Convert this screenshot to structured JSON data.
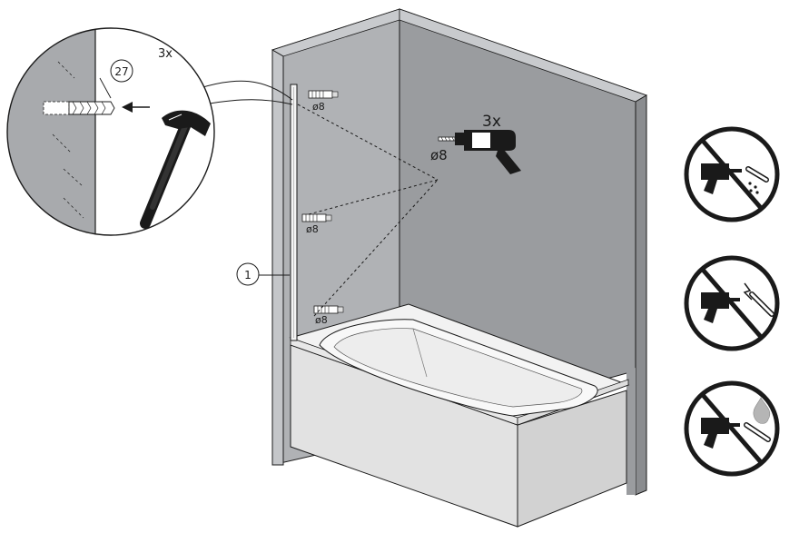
{
  "detail": {
    "count_label": "3x",
    "part_number": "27"
  },
  "drill": {
    "count_label": "3x",
    "diameter_label": "ø8"
  },
  "holes": [
    {
      "diameter_label": "ø8"
    },
    {
      "diameter_label": "ø8"
    },
    {
      "diameter_label": "ø8"
    }
  ],
  "callout": {
    "part_number": "1"
  },
  "colors": {
    "wall": "#9a9c9f",
    "wall_edge": "#b9bbbe",
    "tub": "#ededed",
    "tub_side": "#dcdcdc",
    "line": "#1a1a1a",
    "prohibited": "#1a1a1a"
  },
  "warnings": [
    {
      "icon": "no-drilling-water-pipe-icon"
    },
    {
      "icon": "no-drilling-electric-cable-icon"
    },
    {
      "icon": "no-drilling-gas-pipe-icon"
    }
  ]
}
